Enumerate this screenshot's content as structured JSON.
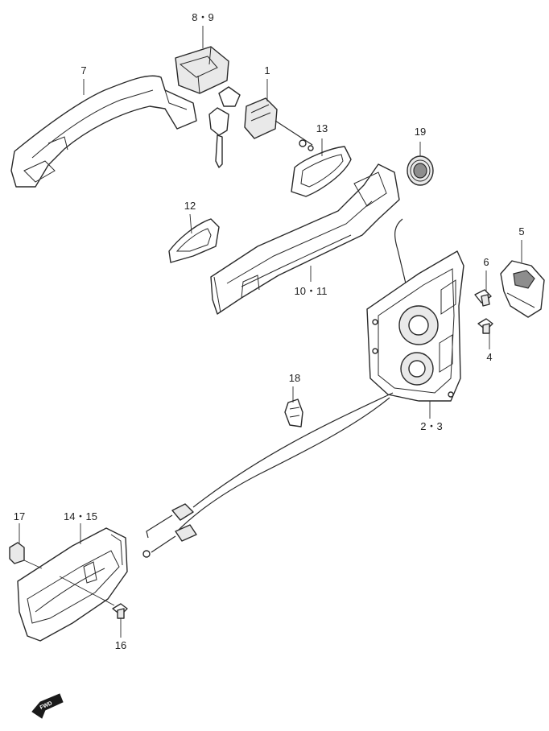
{
  "callouts": {
    "c1": "1",
    "c2_3": "2・3",
    "c4": "4",
    "c5": "5",
    "c6": "6",
    "c7": "7",
    "c8_9": "8・9",
    "c10_11": "10・11",
    "c12": "12",
    "c13": "13",
    "c14_15": "14・15",
    "c16": "16",
    "c17": "17",
    "c18": "18",
    "c19": "19"
  },
  "fwd_mark": "FWD"
}
